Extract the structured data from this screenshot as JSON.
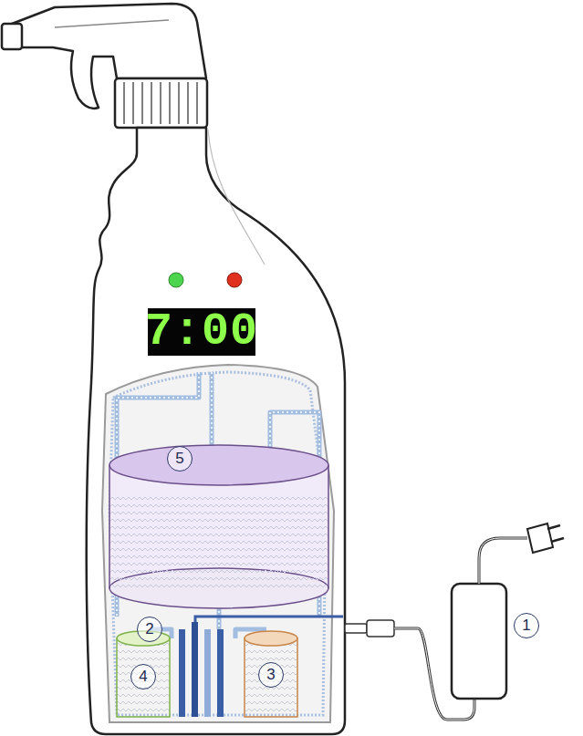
{
  "diagram": {
    "labels": [
      "7:00",
      "5",
      "2",
      "4",
      "3",
      "1"
    ]
  }
}
